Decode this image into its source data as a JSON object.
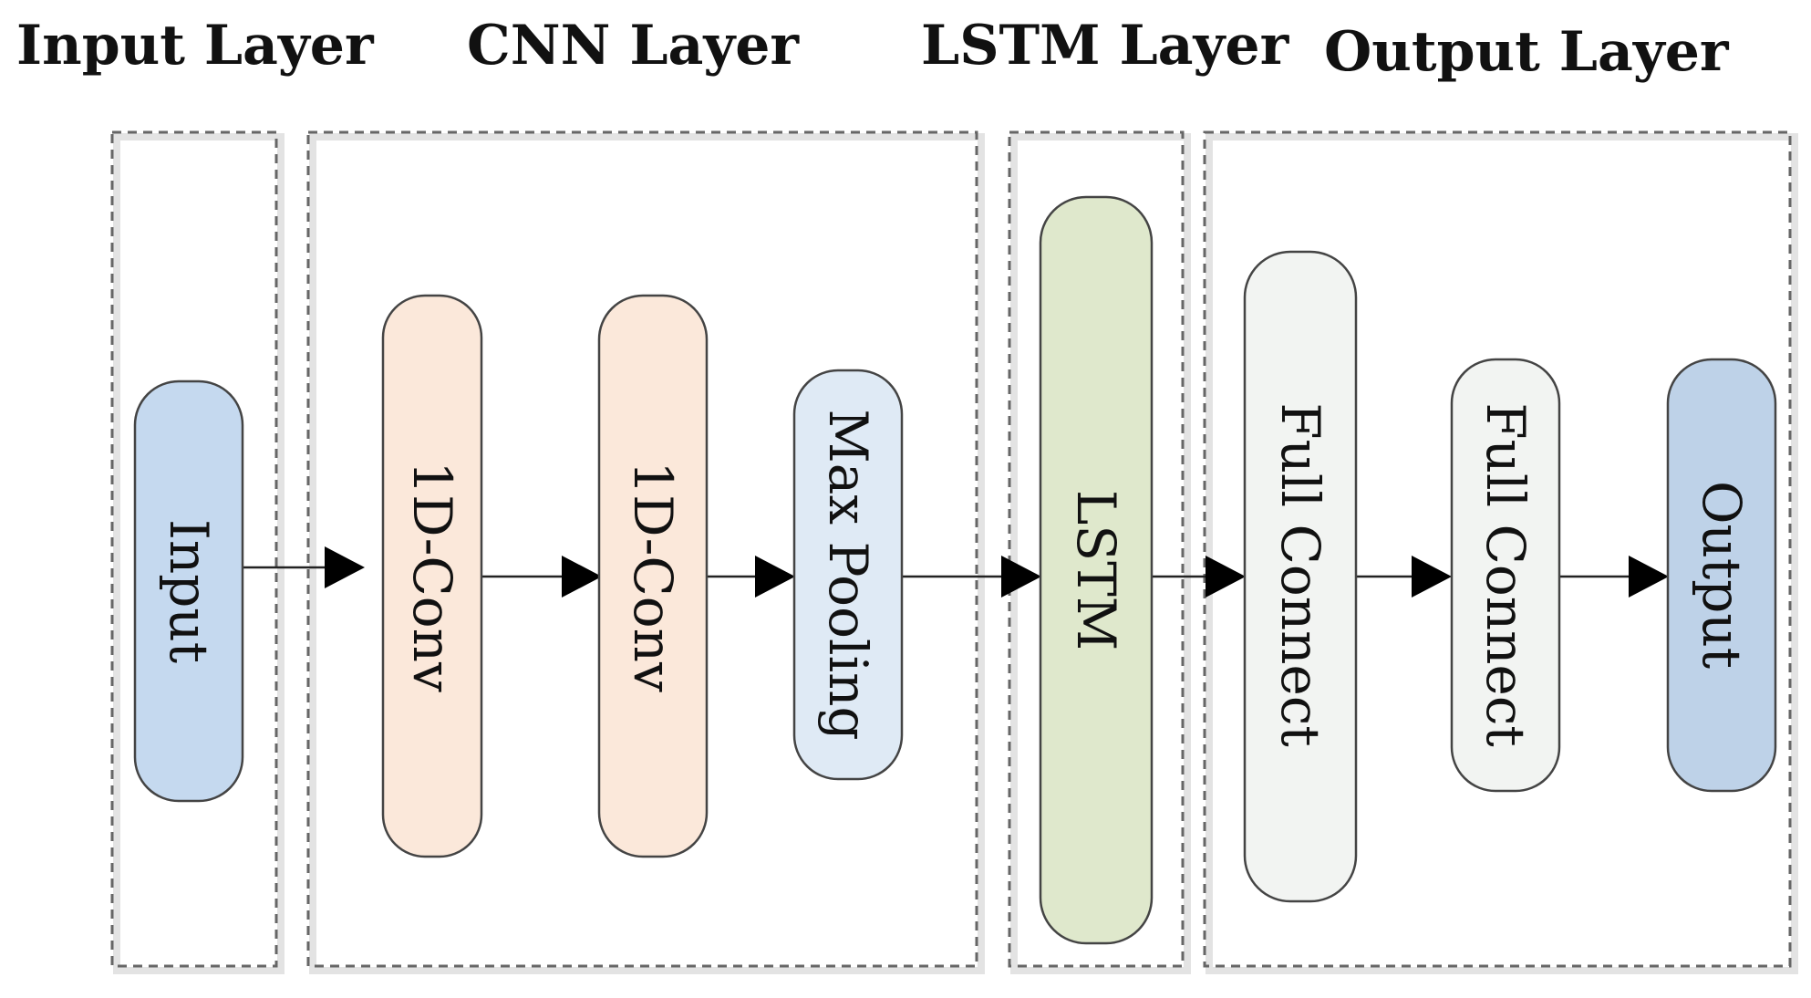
{
  "layers": [
    {
      "id": "input_layer",
      "title": "Input Layer"
    },
    {
      "id": "cnn_layer",
      "title": "CNN Layer"
    },
    {
      "id": "lstm_layer",
      "title": "LSTM Layer"
    },
    {
      "id": "output_layer",
      "title": "Output Layer"
    }
  ],
  "nodes": [
    {
      "id": "input",
      "label": "Input",
      "layer": "input_layer",
      "color": "#c5d9ef"
    },
    {
      "id": "conv1",
      "label": "1D-Conv",
      "layer": "cnn_layer",
      "color": "#fbe8da"
    },
    {
      "id": "conv2",
      "label": "1D-Conv",
      "layer": "cnn_layer",
      "color": "#fbe8da"
    },
    {
      "id": "maxpool",
      "label": "Max Pooling",
      "layer": "cnn_layer",
      "color": "#dfeaf5"
    },
    {
      "id": "lstm",
      "label": "LSTM",
      "layer": "lstm_layer",
      "color": "#dfe8cc"
    },
    {
      "id": "fc1",
      "label": "Full Connect",
      "layer": "output_layer",
      "color": "#f2f4f2"
    },
    {
      "id": "fc2",
      "label": "Full Connect",
      "layer": "output_layer",
      "color": "#f2f4f2"
    },
    {
      "id": "output",
      "label": "Output",
      "layer": "output_layer",
      "color": "#bed2e8"
    }
  ],
  "edges": [
    {
      "from": "input",
      "to": "conv1"
    },
    {
      "from": "conv1",
      "to": "conv2"
    },
    {
      "from": "conv2",
      "to": "maxpool"
    },
    {
      "from": "maxpool",
      "to": "lstm"
    },
    {
      "from": "lstm",
      "to": "fc1"
    },
    {
      "from": "fc1",
      "to": "fc2"
    },
    {
      "from": "fc2",
      "to": "output"
    }
  ]
}
